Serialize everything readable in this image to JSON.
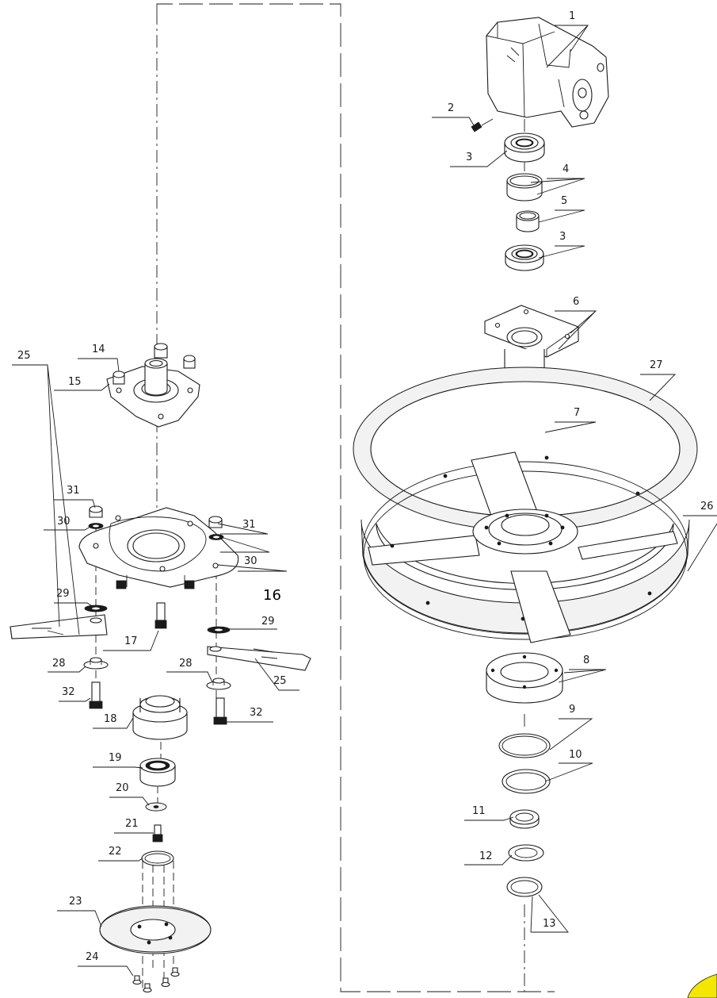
{
  "labels": {
    "l1": "1",
    "l2": "2",
    "l3a": "3",
    "l4": "4",
    "l5": "5",
    "l3b": "3",
    "l6": "6",
    "l27": "27",
    "l7": "7",
    "l26": "26",
    "l8": "8",
    "l9": "9",
    "l10": "10",
    "l11": "11",
    "l12": "12",
    "l13": "13",
    "l14": "14",
    "l15": "15",
    "l31a": "31",
    "l30a": "30",
    "l31b": "31",
    "l30b": "30",
    "l16": "16",
    "l29a": "29",
    "l29b": "29",
    "l25a": "25",
    "l25b": "25",
    "l17": "17",
    "l28a": "28",
    "l28b": "28",
    "l32a": "32",
    "l32b": "32",
    "l18": "18",
    "l19": "19",
    "l20": "20",
    "l21": "21",
    "l22": "22",
    "l23": "23",
    "l24": "24"
  },
  "colors": {
    "line": "#1a1a1a",
    "background": "#ffffff",
    "badge": "#f3e600"
  }
}
